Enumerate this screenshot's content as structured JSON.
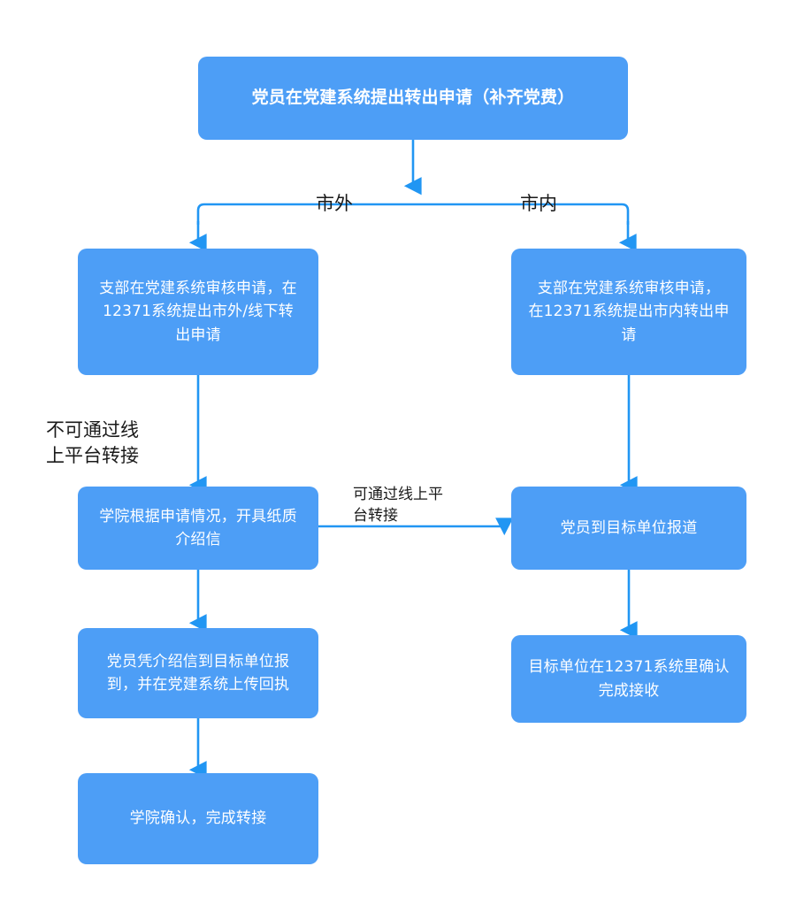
{
  "diagram": {
    "title_node": {
      "id": "submit-application",
      "text": "党员在党建系统提出转出申请（补齐党费）"
    },
    "branch_labels": {
      "left": "市外",
      "right": "市内"
    },
    "annotations": {
      "offline_only": "不可通过线\n上平台转接",
      "online_ok": "可通过线上平\n台转接"
    },
    "left_column": [
      {
        "id": "branch-review-out-of-city",
        "text": "支部在党建系统审核申请，在\n12371系统提出市外/线下转\n出申请"
      },
      {
        "id": "college-issue-letter",
        "text": "学院根据申请情况，开具纸质\n介绍信"
      },
      {
        "id": "member-report-with-letter",
        "text": "党员凭介绍信到目标单位报\n到，并在党建系统上传回执"
      },
      {
        "id": "college-confirm-complete",
        "text": "学院确认，完成转接"
      }
    ],
    "right_column": [
      {
        "id": "branch-review-in-city",
        "text": "支部在党建系统审核申请，\n在12371系统提出市内转出申\n请"
      },
      {
        "id": "member-report-to-target",
        "text": "党员到目标单位报道"
      },
      {
        "id": "target-confirm-receive",
        "text": "目标单位在12371系统里确认\n完成接收"
      }
    ],
    "colors": {
      "node_fill": "#4d9ef6",
      "node_text": "#ffffff",
      "connector": "#2196f3",
      "label_text": "#1a1a1a",
      "background": "#ffffff"
    }
  }
}
